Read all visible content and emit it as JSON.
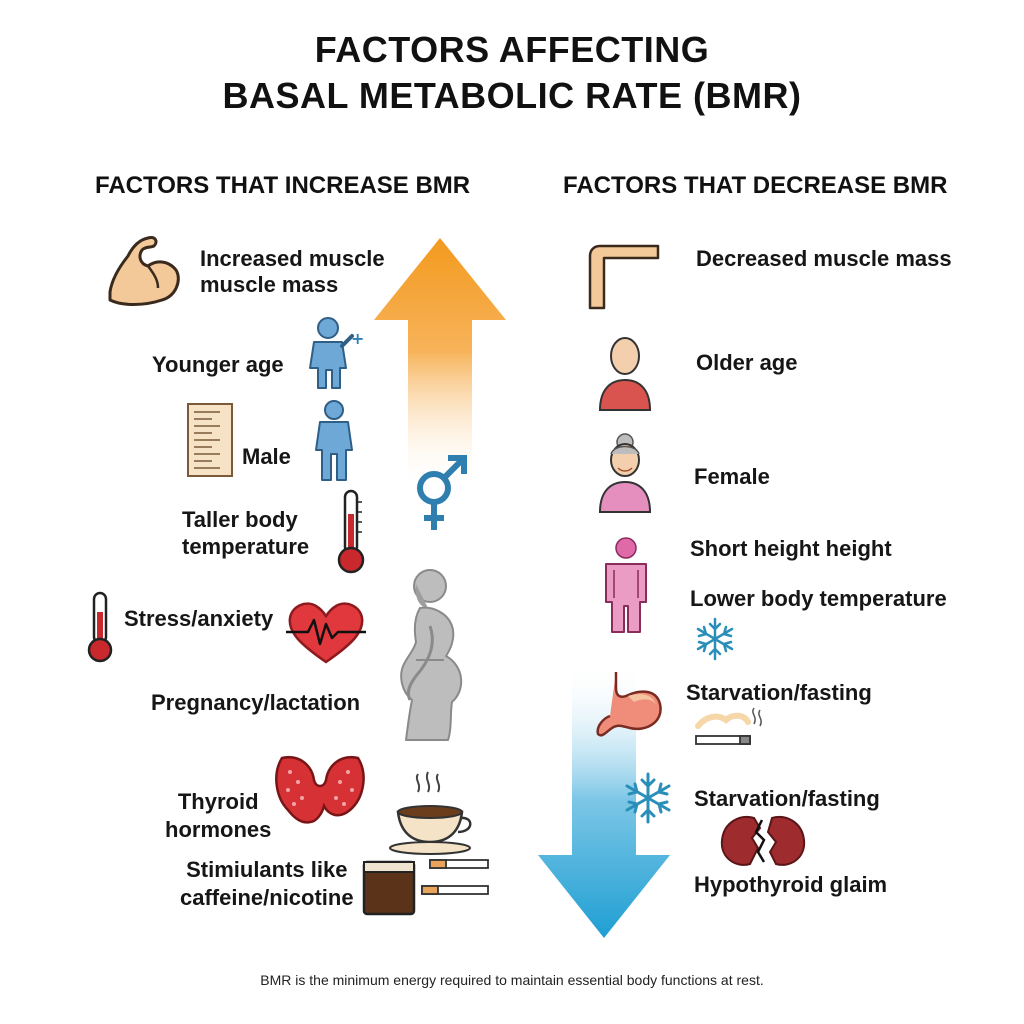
{
  "title": {
    "line1": "FACTORS AFFECTING",
    "line2": "BASAL METABOLIC RATE (BMR)"
  },
  "increase": {
    "heading": "FACTORS THAT INCREASE BMR",
    "items": [
      {
        "label": "Increased muscle\nmuscle mass",
        "icon": "flexed-arm-icon"
      },
      {
        "label": "Younger age",
        "icon": "young-person-icon"
      },
      {
        "label": "Male",
        "icon": "male-figure-icon"
      },
      {
        "label": "Taller body\ntemperature",
        "icon": "thermometer-icon"
      },
      {
        "label": "Stress/anxiety",
        "icon": "heartbeat-heart-icon"
      },
      {
        "label": "Pregnancy/lactation",
        "icon": "pregnant-woman-icon"
      },
      {
        "label": "Thyroid\nhormones",
        "icon": "thyroid-gland-icon"
      },
      {
        "label": "Stimiulants like\ncaffeine/nicotine",
        "icon": "coffee-cigarette-icon"
      }
    ]
  },
  "decrease": {
    "heading": "FACTORS THAT DECREASE BMR",
    "items": [
      {
        "label": "Decreased muscle mass",
        "icon": "thin-arm-icon"
      },
      {
        "label": "Older age",
        "icon": "adult-bust-icon"
      },
      {
        "label": "Female",
        "icon": "elderly-woman-icon"
      },
      {
        "label": "Short height height",
        "icon": "short-person-icon"
      },
      {
        "label": "Lower body temperature",
        "icon": "snowflake-icon"
      },
      {
        "label": "Starvation/fasting",
        "icon": "stomach-icon"
      },
      {
        "label": "Starvation/fasting",
        "icon": "snowflake-icon"
      },
      {
        "label": "Hypothyroid glaim",
        "icon": "broken-thyroid-icon"
      }
    ]
  },
  "arrows": {
    "increase": {
      "direction": "up",
      "color": "#f39a1e"
    },
    "decrease": {
      "direction": "down",
      "color": "#2aa3d6"
    }
  },
  "footer": "BMR is the minimum energy required to maintain essential body functions at rest."
}
